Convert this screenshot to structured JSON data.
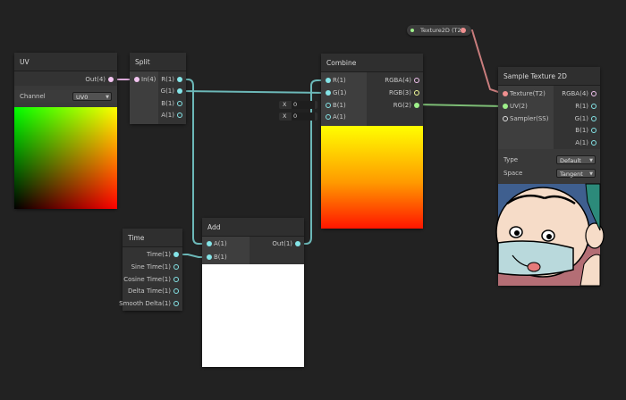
{
  "colors": {
    "background": "#222222",
    "port_vector4": "#f2c4f0",
    "port_vector3": "#f6ff9a",
    "port_vector2": "#9ef08a",
    "port_vector1": "#84e4e7",
    "port_texture": "#ef8f8f",
    "port_sampler": "#dddddd",
    "wire_vector1": "#6cb8b8",
    "wire_vector2": "#7dbd75",
    "wire_vector4": "#d9a8d8",
    "wire_texture": "#c97d7d"
  },
  "texture_property": {
    "label": "Texture2D (T2)"
  },
  "uv": {
    "title": "UV",
    "out_label": "Out(4)",
    "channel_label": "Channel",
    "channel_value": "UV0"
  },
  "split": {
    "title": "Split",
    "in_label": "In(4)",
    "outputs": [
      "R(1)",
      "G(1)",
      "B(1)",
      "A(1)"
    ]
  },
  "combine": {
    "title": "Combine",
    "inputs": [
      "R(1)",
      "G(1)",
      "B(1)",
      "A(1)"
    ],
    "outputs": [
      "RGBA(4)",
      "RGB(3)",
      "RG(2)"
    ],
    "b_default": {
      "axis": "X",
      "value": "0"
    },
    "a_default": {
      "axis": "X",
      "value": "0"
    }
  },
  "add": {
    "title": "Add",
    "inputs": [
      "A(1)",
      "B(1)"
    ],
    "out_label": "Out(1)"
  },
  "time": {
    "title": "Time",
    "outputs": [
      "Time(1)",
      "Sine Time(1)",
      "Cosine Time(1)",
      "Delta Time(1)",
      "Smooth Delta(1)"
    ]
  },
  "sample_texture": {
    "title": "Sample Texture 2D",
    "inputs": [
      "Texture(T2)",
      "UV(2)",
      "Sampler(SS)"
    ],
    "outputs": [
      "RGBA(4)",
      "R(1)",
      "G(1)",
      "B(1)",
      "A(1)"
    ],
    "type_label": "Type",
    "type_value": "Default",
    "space_label": "Space",
    "space_value": "Tangent"
  }
}
